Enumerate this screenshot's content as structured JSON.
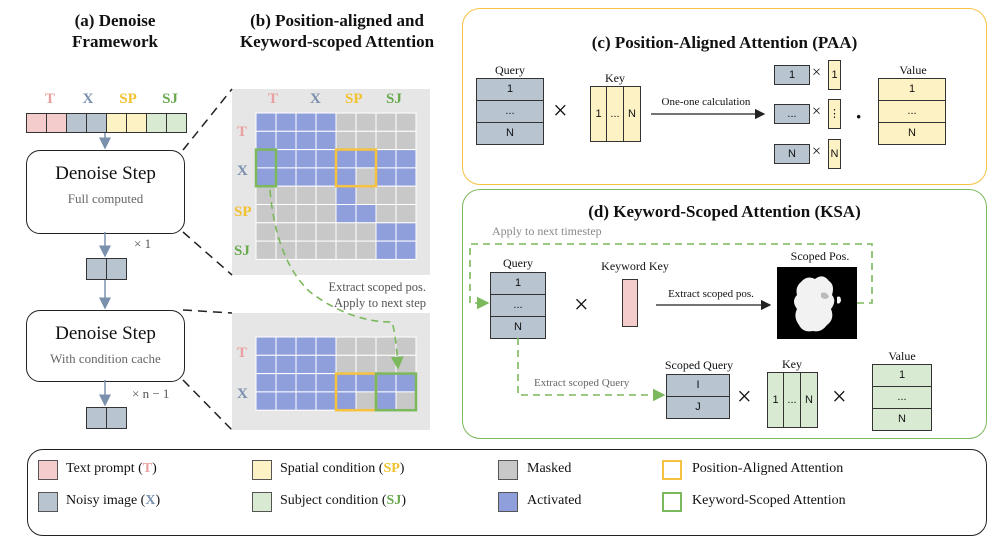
{
  "colors": {
    "text_prompt": "#f4cccc",
    "noisy_image": "#b8c4d0",
    "spatial": "#fdf2c4",
    "subject": "#d9ead3",
    "masked": "#c8c8c8",
    "activated": "#8f9fdc",
    "paa": "#f5c242",
    "ksa": "#7cb85c",
    "t_text": "#e8a0a0",
    "x_text": "#7a90ad",
    "sp_text": "#f2c12e",
    "sj_text": "#6aa84f"
  },
  "panel_a": {
    "title_line1": "(a) Denoise",
    "title_line2": "Framework",
    "tokens": [
      "T",
      "X",
      "SP",
      "SJ"
    ],
    "step1_title": "Denoise Step",
    "step1_sub": "Full computed",
    "step1_mult": "× 1",
    "step2_title": "Denoise Step",
    "step2_sub": "With condition cache",
    "step2_mult": "× n − 1"
  },
  "panel_b": {
    "title_line1": "(b) Position-aligned and",
    "title_line2": "Keyword-scoped Attention",
    "cols": [
      "T",
      "X",
      "SP",
      "SJ"
    ],
    "rows": [
      "T",
      "X",
      "SP",
      "SJ"
    ],
    "rows_bottom": [
      "T",
      "X"
    ],
    "note_line1": "Extract scoped pos.",
    "note_line2": "Apply to next step",
    "grid_top": [
      [
        1,
        1,
        1,
        1,
        0,
        0,
        0,
        0
      ],
      [
        1,
        1,
        1,
        1,
        0,
        0,
        0,
        0
      ],
      [
        1,
        1,
        1,
        1,
        1,
        1,
        1,
        1
      ],
      [
        1,
        1,
        1,
        1,
        1,
        0,
        1,
        1
      ],
      [
        0,
        0,
        0,
        0,
        1,
        0,
        0,
        0
      ],
      [
        0,
        0,
        0,
        0,
        1,
        1,
        0,
        0
      ],
      [
        0,
        0,
        0,
        0,
        0,
        0,
        1,
        1
      ],
      [
        0,
        0,
        0,
        0,
        0,
        0,
        1,
        1
      ]
    ],
    "grid_bottom": [
      [
        1,
        1,
        1,
        1,
        0,
        0,
        0,
        0
      ],
      [
        1,
        1,
        1,
        1,
        0,
        0,
        0,
        0
      ],
      [
        1,
        1,
        1,
        1,
        1,
        1,
        1,
        1
      ],
      [
        1,
        1,
        1,
        1,
        1,
        0,
        1,
        0
      ]
    ]
  },
  "panel_c": {
    "title": "(c) Position-Aligned Attention (PAA)",
    "query_label": "Query",
    "key_label": "Key",
    "value_label": "Value",
    "query_cells": [
      "1",
      "...",
      "N"
    ],
    "key_cells": [
      "1",
      "...",
      "N"
    ],
    "value_cells": [
      "1",
      "...",
      "N"
    ],
    "pair_left": [
      "1",
      "...",
      "N"
    ],
    "pair_right": [
      "1",
      "⋮",
      "N"
    ],
    "arrow_label": "One-one calculation",
    "times": "×",
    "dot": "·"
  },
  "panel_d": {
    "title": "(d) Keyword-Scoped Attention (KSA)",
    "next_timestep": "Apply to next timestep",
    "query_label": "Query",
    "query_cells": [
      "1",
      "...",
      "N"
    ],
    "keyword_key_label": "Keyword Key",
    "extract_pos": "Extract scoped pos.",
    "scoped_pos_label": "Scoped Pos.",
    "scoped_query_label": "Scoped Query",
    "scoped_query_cells": [
      "I",
      "J"
    ],
    "extract_query": "Extract scoped Query",
    "key_label": "Key",
    "key_cells": [
      "1",
      "...",
      "N"
    ],
    "value_label": "Value",
    "value_cells": [
      "1",
      "...",
      "N"
    ],
    "times": "×"
  },
  "legend": {
    "text_prompt": "Text prompt (",
    "text_prompt_tag": "T",
    "noisy_image": "Noisy image (",
    "noisy_image_tag": "X",
    "spatial": "Spatial condition (",
    "spatial_tag": "SP",
    "subject": "Subject condition (",
    "subject_tag": "SJ",
    "masked": "Masked",
    "activated": "Activated",
    "paa": "Position-Aligned Attention",
    "ksa": "Keyword-Scoped Attention",
    "close_paren": ")"
  }
}
